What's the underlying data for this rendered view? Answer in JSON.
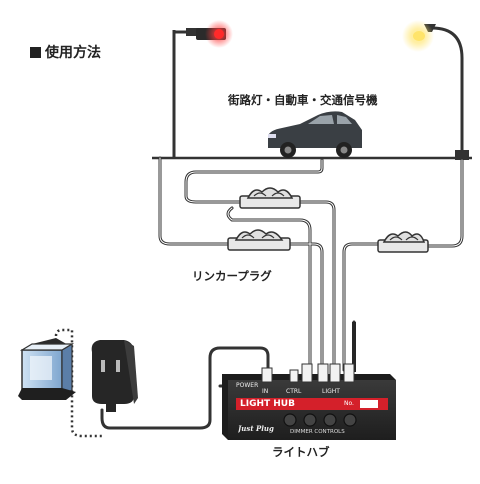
{
  "title": "使用方法",
  "labels": {
    "vehicles": "街路灯・自動車・交通信号機",
    "linker_plug": "リンカープラグ",
    "light_hub": "ライトハブ"
  },
  "hub": {
    "name": "LIGHT HUB",
    "power": "POWER",
    "in": "IN",
    "ctrl": "CTRL",
    "light": "LIGHT",
    "no": "No.",
    "dimmer": "DIMMER CONTROLS",
    "brand": "Just Plug"
  },
  "colors": {
    "signal_red": "#ff2a2a",
    "street_lamp": "#ffe46a",
    "hub_red": "#d4202a",
    "car": "#3a3f44"
  },
  "icons": [
    "traffic-signal-icon",
    "street-lamp-icon",
    "car-icon",
    "linker-plug-icon",
    "ac-adapter-icon",
    "battery-box-icon"
  ]
}
